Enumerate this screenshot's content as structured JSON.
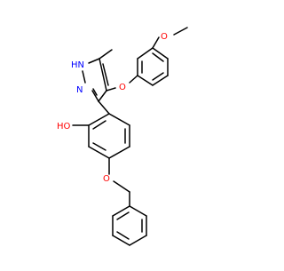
{
  "atom_labels": {
    "nh": "HN",
    "n": "N",
    "oh": "HO",
    "o_aryl_ether": "O",
    "o_methoxy": "O",
    "o_benzyl": "O"
  },
  "colors": {
    "bond": "#000000",
    "nitrogen": "#0000ff",
    "oxygen": "#ff0000",
    "background": "#ffffff"
  }
}
